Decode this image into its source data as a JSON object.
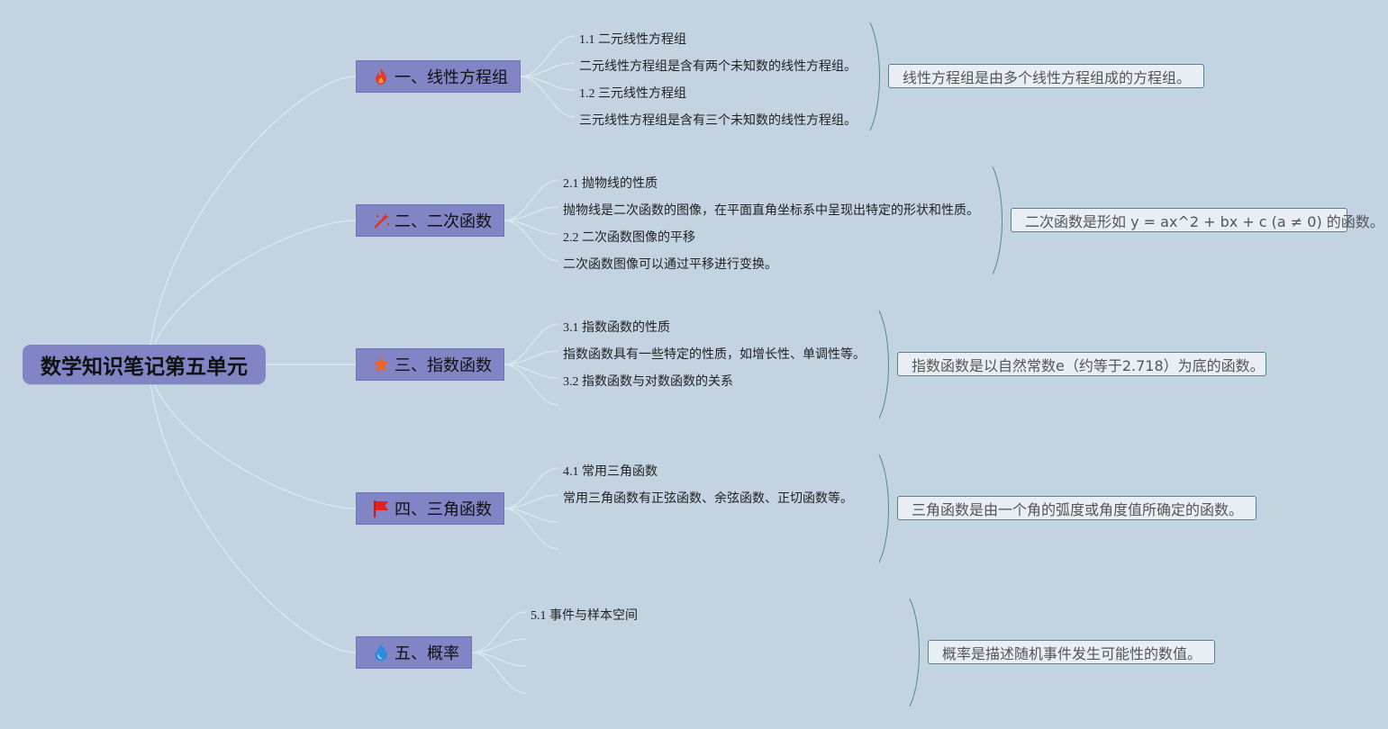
{
  "root": {
    "title": "数学知识笔记第五单元"
  },
  "branches": [
    {
      "title": "一、线性方程组",
      "icon": "fire-icon",
      "color": "#e53a2a",
      "items": [
        "1.1 二元线性方程组",
        "二元线性方程组是含有两个未知数的线性方程组。",
        "1.2 三元线性方程组",
        "三元线性方程组是含有三个未知数的线性方程组。"
      ],
      "summary": "线性方程组是由多个线性方程组成的方程组。"
    },
    {
      "title": "二、二次函数",
      "icon": "magic-wand-icon",
      "color": "#d9362b",
      "items": [
        "2.1 抛物线的性质",
        "抛物线是二次函数的图像，在平面直角坐标系中呈现出特定的形状和性质。",
        "2.2 二次函数图像的平移",
        "二次函数图像可以通过平移进行变换。"
      ],
      "summary": "二次函数是形如 y = ax^2 + bx + c (a ≠ 0) 的函数。"
    },
    {
      "title": "三、指数函数",
      "icon": "star-icon",
      "color": "#e8642c",
      "items": [
        "3.1 指数函数的性质",
        "指数函数具有一些特定的性质，如增长性、单调性等。",
        "3.2 指数函数与对数函数的关系"
      ],
      "summary": "指数函数是以自然常数e（约等于2.718）为底的函数。"
    },
    {
      "title": "四、三角函数",
      "icon": "flag-icon",
      "color": "#e0241b",
      "items": [
        "4.1 常用三角函数",
        "常用三角函数有正弦函数、余弦函数、正切函数等。"
      ],
      "summary": "三角函数是由一个角的弧度或角度值所确定的函数。"
    },
    {
      "title": "五、概率",
      "icon": "water-drop-icon",
      "color": "#2e8be0",
      "items": [
        "5.1 事件与样本空间"
      ],
      "summary": "概率是描述随机事件发生可能性的数值。"
    }
  ]
}
